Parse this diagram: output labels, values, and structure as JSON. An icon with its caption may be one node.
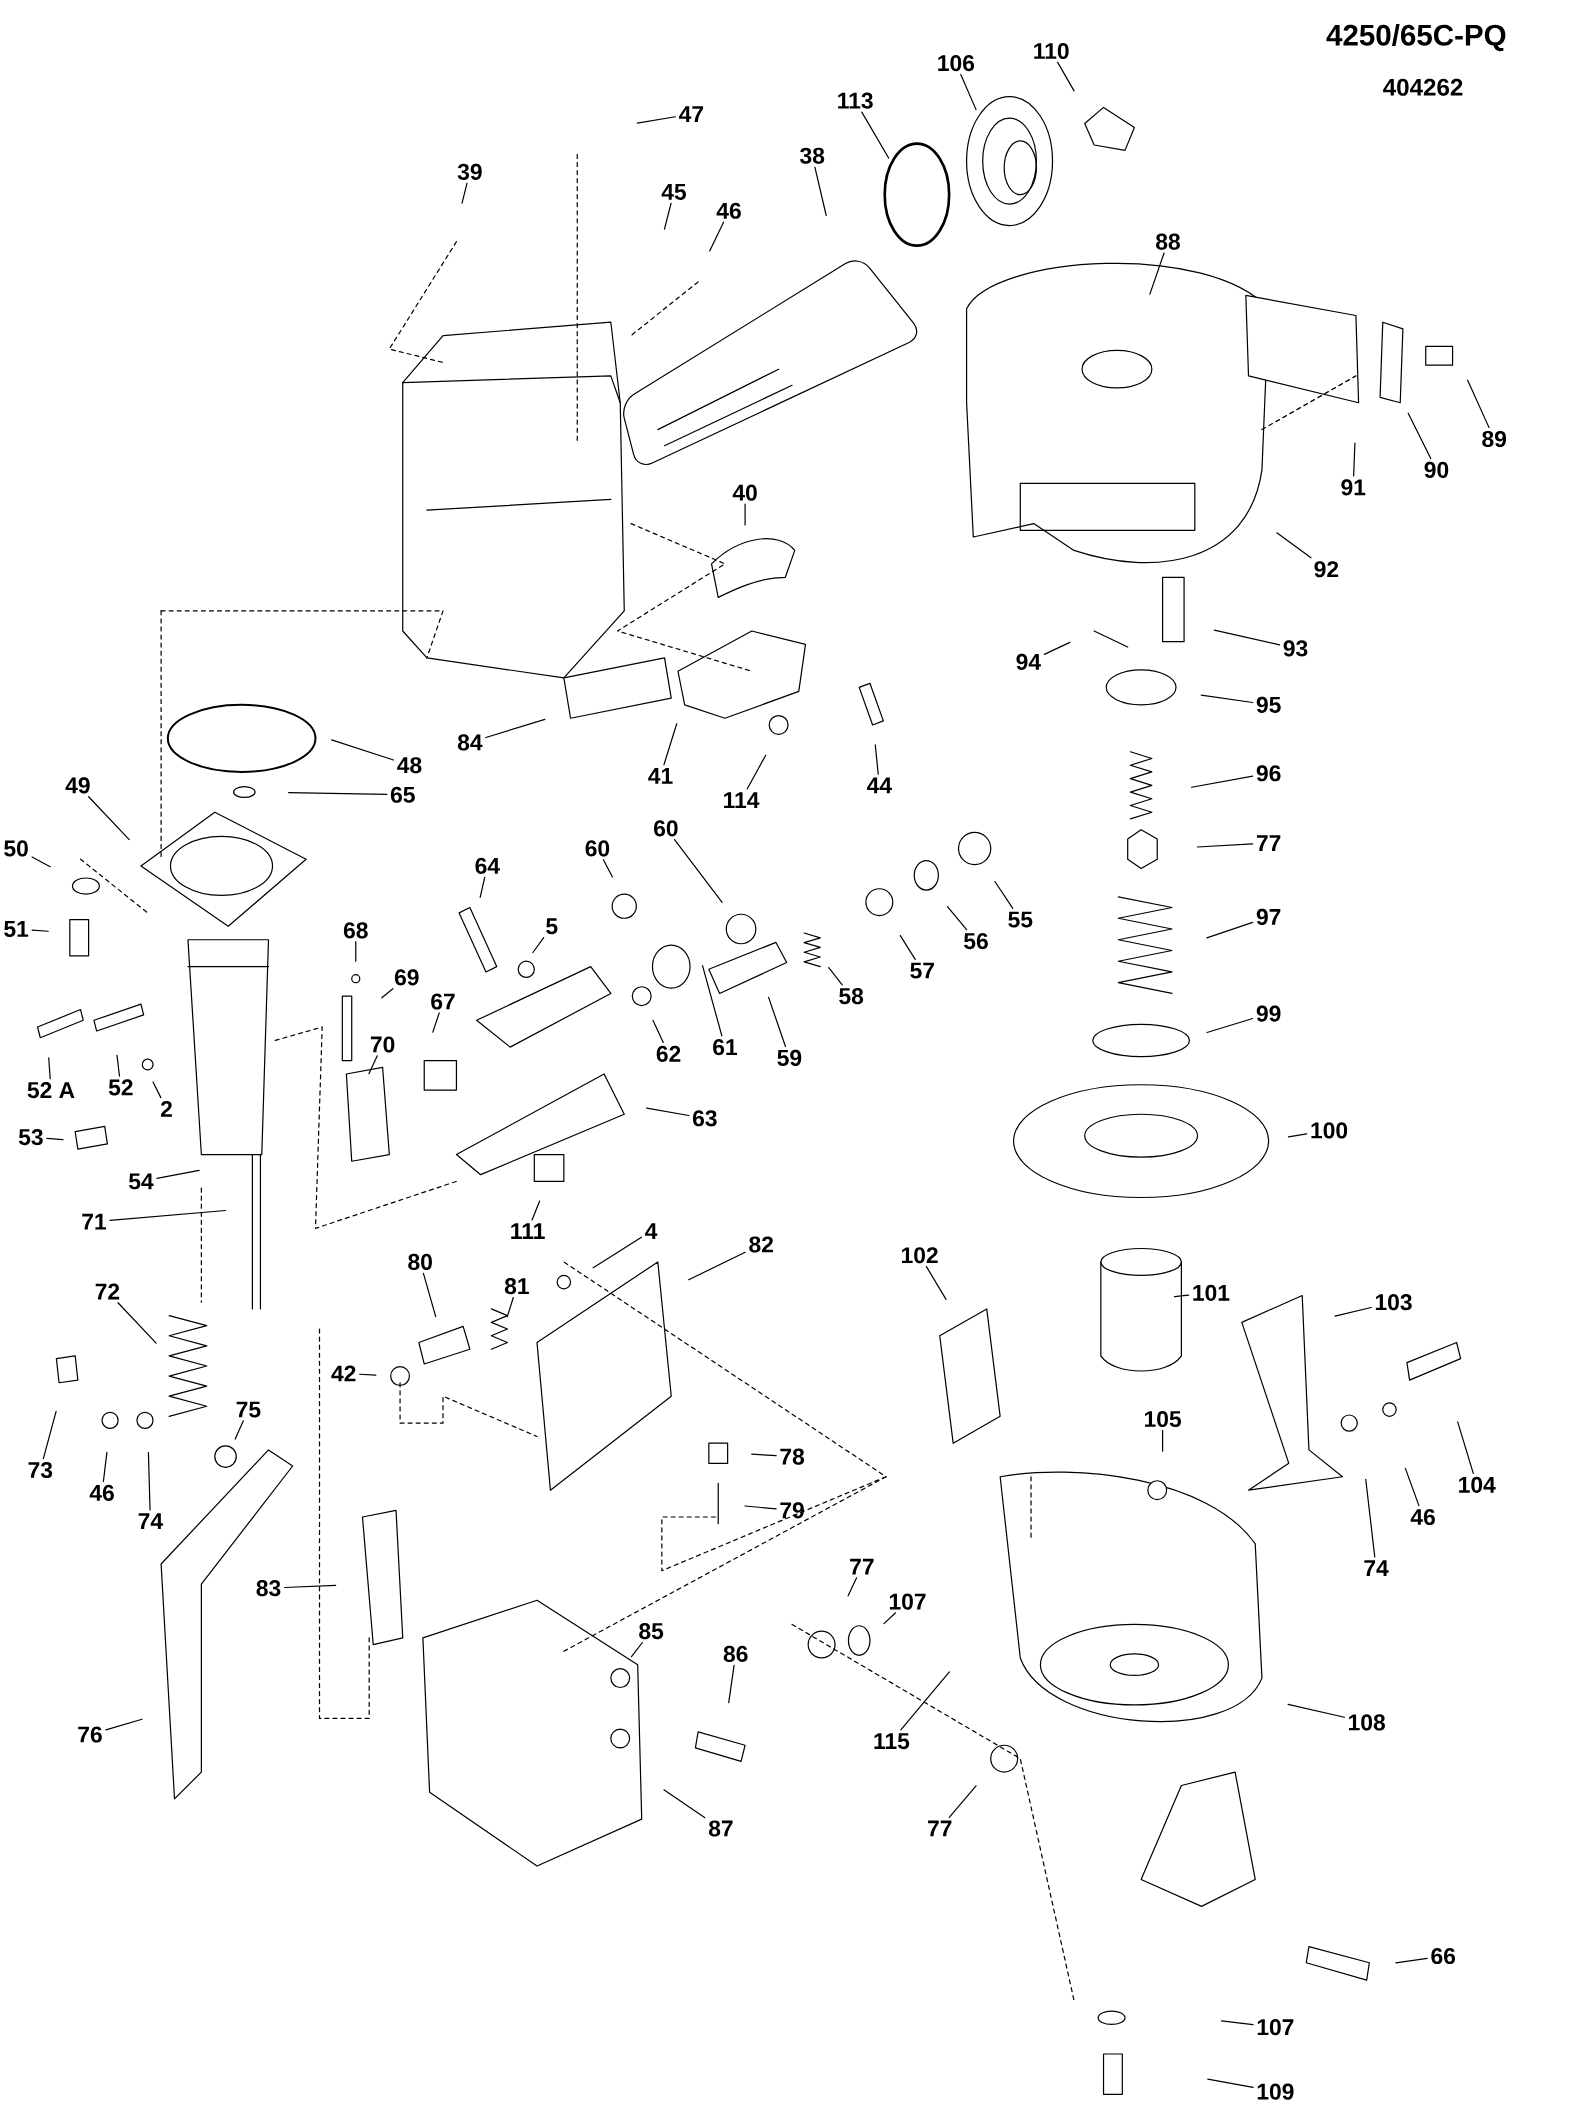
{
  "diagram": {
    "nodes": [
      {
        "text": [
          "47"
        ]
      },
      {
        "text": [
          "39"
        ]
      },
      {
        "text": [
          "45"
        ]
      },
      {
        "text": [
          "46"
        ]
      },
      {
        "text": [
          "38"
        ]
      },
      {
        "text": [
          "113"
        ]
      },
      {
        "text": [
          "106"
        ]
      },
      {
        "text": [
          "110"
        ]
      },
      {
        "text": [
          "88"
        ]
      },
      {
        "text": [
          "89"
        ]
      },
      {
        "text": [
          "90"
        ]
      },
      {
        "text": [
          "91"
        ]
      },
      {
        "text": [
          "92"
        ]
      },
      {
        "text": [
          "93"
        ]
      },
      {
        "text": [
          "94"
        ]
      },
      {
        "text": [
          "95"
        ]
      },
      {
        "text": [
          "96"
        ]
      },
      {
        "text": [
          "77"
        ]
      },
      {
        "text": [
          "97"
        ]
      },
      {
        "text": [
          "99"
        ]
      },
      {
        "text": [
          "100"
        ]
      },
      {
        "text": [
          "101"
        ]
      },
      {
        "text": [
          "103"
        ]
      },
      {
        "text": [
          "104"
        ]
      },
      {
        "text": [
          "46"
        ]
      },
      {
        "text": [
          "74"
        ]
      },
      {
        "text": [
          "105"
        ]
      },
      {
        "text": [
          "102"
        ]
      },
      {
        "text": [
          "108"
        ]
      },
      {
        "text": [
          "66"
        ]
      },
      {
        "text": [
          "107"
        ]
      },
      {
        "text": [
          "109"
        ]
      },
      {
        "text": [
          "77"
        ]
      },
      {
        "text": [
          "115"
        ]
      },
      {
        "text": [
          "107"
        ]
      },
      {
        "text": [
          "77"
        ]
      },
      {
        "text": [
          "85"
        ]
      },
      {
        "text": [
          "86"
        ]
      },
      {
        "text": [
          "87"
        ]
      },
      {
        "text": [
          "83"
        ]
      },
      {
        "text": [
          "76"
        ]
      },
      {
        "text": [
          "79"
        ]
      },
      {
        "text": [
          "78"
        ]
      },
      {
        "text": [
          "42"
        ]
      },
      {
        "text": [
          "80"
        ]
      },
      {
        "text": [
          "81"
        ]
      },
      {
        "text": [
          "4"
        ]
      },
      {
        "text": [
          "82"
        ]
      },
      {
        "text": [
          "73"
        ]
      },
      {
        "text": [
          "46"
        ]
      },
      {
        "text": [
          "74"
        ]
      },
      {
        "text": [
          "75"
        ]
      },
      {
        "text": [
          "72"
        ]
      },
      {
        "text": [
          "71"
        ]
      },
      {
        "text": [
          "54"
        ]
      },
      {
        "text": [
          "53"
        ]
      },
      {
        "text": [
          "2"
        ]
      },
      {
        "text": [
          "52 A"
        ]
      },
      {
        "text": [
          "52"
        ]
      },
      {
        "text": [
          "51"
        ]
      },
      {
        "text": [
          "50"
        ]
      },
      {
        "text": [
          "49"
        ]
      },
      {
        "text": [
          "48"
        ]
      },
      {
        "text": [
          "65"
        ]
      },
      {
        "text": [
          "84"
        ]
      },
      {
        "text": [
          "41"
        ]
      },
      {
        "text": [
          "114"
        ]
      },
      {
        "text": [
          "44"
        ]
      },
      {
        "text": [
          "40"
        ]
      },
      {
        "text": [
          "64"
        ]
      },
      {
        "text": [
          "5"
        ]
      },
      {
        "text": [
          "68"
        ]
      },
      {
        "text": [
          "69"
        ]
      },
      {
        "text": [
          "67"
        ]
      },
      {
        "text": [
          "70"
        ]
      },
      {
        "text": [
          "60"
        ]
      },
      {
        "text": [
          "60"
        ]
      },
      {
        "text": [
          "62"
        ]
      },
      {
        "text": [
          "61"
        ]
      },
      {
        "text": [
          "59"
        ]
      },
      {
        "text": [
          "58"
        ]
      },
      {
        "text": [
          "57"
        ]
      },
      {
        "text": [
          "56"
        ]
      },
      {
        "text": [
          "55"
        ]
      },
      {
        "text": [
          "63"
        ]
      },
      {
        "text": [
          "111"
        ]
      }
    ],
    "edges": [
      {
        "from": 0,
        "to": null,
        "arrow": "none"
      },
      {
        "from": 1,
        "to": null,
        "arrow": "none"
      },
      {
        "from": 2,
        "to": null,
        "arrow": "none"
      },
      {
        "from": 3,
        "to": null,
        "arrow": "none"
      },
      {
        "from": 4,
        "to": null,
        "arrow": "none"
      },
      {
        "from": 5,
        "to": null,
        "arrow": "none"
      },
      {
        "from": 6,
        "to": null,
        "arrow": "none"
      },
      {
        "from": 7,
        "to": null,
        "arrow": "none"
      },
      {
        "from": 8,
        "to": null,
        "arrow": "none"
      },
      {
        "from": 9,
        "to": null,
        "arrow": "none"
      },
      {
        "from": 10,
        "to": null,
        "arrow": "none"
      },
      {
        "from": 11,
        "to": null,
        "arrow": "none"
      },
      {
        "from": 12,
        "to": null,
        "arrow": "none"
      },
      {
        "from": 13,
        "to": null,
        "arrow": "none"
      },
      {
        "from": 14,
        "to": null,
        "arrow": "none"
      },
      {
        "from": 15,
        "to": null,
        "arrow": "none"
      },
      {
        "from": 16,
        "to": null,
        "arrow": "none"
      },
      {
        "from": 17,
        "to": null,
        "arrow": "none"
      },
      {
        "from": 18,
        "to": null,
        "arrow": "none"
      },
      {
        "from": 19,
        "to": null,
        "arrow": "none"
      },
      {
        "from": 20,
        "to": null,
        "arrow": "none"
      },
      {
        "from": 21,
        "to": null,
        "arrow": "none"
      },
      {
        "from": 22,
        "to": null,
        "arrow": "none"
      },
      {
        "from": 23,
        "to": null,
        "arrow": "none"
      },
      {
        "from": 24,
        "to": null,
        "arrow": "none"
      },
      {
        "from": 25,
        "to": null,
        "arrow": "none"
      },
      {
        "from": 26,
        "to": null,
        "arrow": "none"
      },
      {
        "from": 27,
        "to": null,
        "arrow": "none"
      },
      {
        "from": 28,
        "to": null,
        "arrow": "none"
      },
      {
        "from": 29,
        "to": null,
        "arrow": "none"
      },
      {
        "from": 30,
        "to": null,
        "arrow": "none"
      },
      {
        "from": 31,
        "to": null,
        "arrow": "none"
      },
      {
        "from": 32,
        "to": null,
        "arrow": "none"
      },
      {
        "from": 33,
        "to": null,
        "arrow": "none"
      },
      {
        "from": 34,
        "to": null,
        "arrow": "none"
      },
      {
        "from": 35,
        "to": null,
        "arrow": "none"
      },
      {
        "from": 36,
        "to": null,
        "arrow": "none"
      },
      {
        "from": 37,
        "to": null,
        "arrow": "none"
      },
      {
        "from": 38,
        "to": null,
        "arrow": "none"
      },
      {
        "from": 39,
        "to": null,
        "arrow": "none"
      },
      {
        "from": 40,
        "to": null,
        "arrow": "none"
      },
      {
        "from": 41,
        "to": null,
        "arrow": "none"
      },
      {
        "from": 42,
        "to": null,
        "arrow": "none"
      },
      {
        "from": 43,
        "to": null,
        "arrow": "none"
      },
      {
        "from": 44,
        "to": null,
        "arrow": "none"
      },
      {
        "from": 45,
        "to": null,
        "arrow": "none"
      },
      {
        "from": 46,
        "to": null,
        "arrow": "none"
      },
      {
        "from": 47,
        "to": null,
        "arrow": "none"
      },
      {
        "from": 48,
        "to": null,
        "arrow": "none"
      },
      {
        "from": 49,
        "to": null,
        "arrow": "none"
      },
      {
        "from": 50,
        "to": null,
        "arrow": "none"
      },
      {
        "from": 51,
        "to": null,
        "arrow": "none"
      },
      {
        "from": 52,
        "to": null,
        "arrow": "none"
      },
      {
        "from": 53,
        "to": null,
        "arrow": "none"
      },
      {
        "from": 54,
        "to": null,
        "arrow": "none"
      },
      {
        "from": 55,
        "to": null,
        "arrow": "none"
      },
      {
        "from": 56,
        "to": null,
        "arrow": "none"
      },
      {
        "from": 57,
        "to": null,
        "arrow": "none"
      },
      {
        "from": 58,
        "to": null,
        "arrow": "none"
      },
      {
        "from": 59,
        "to": null,
        "arrow": "none"
      },
      {
        "from": 60,
        "to": null,
        "arrow": "none"
      },
      {
        "from": 61,
        "to": null,
        "arrow": "none"
      },
      {
        "from": 62,
        "to": null,
        "arrow": "none"
      },
      {
        "from": 63,
        "to": null,
        "arrow": "none"
      },
      {
        "from": 64,
        "to": null,
        "arrow": "none"
      },
      {
        "from": 65,
        "to": null,
        "arrow": "none"
      },
      {
        "from": 66,
        "to": null,
        "arrow": "none"
      },
      {
        "from": 67,
        "to": null,
        "arrow": "none"
      },
      {
        "from": 68,
        "to": null,
        "arrow": "none"
      },
      {
        "from": 69,
        "to": null,
        "arrow": "none"
      },
      {
        "from": 70,
        "to": null,
        "arrow": "none"
      },
      {
        "from": 71,
        "to": null,
        "arrow": "none"
      },
      {
        "from": 72,
        "to": null,
        "arrow": "none"
      },
      {
        "from": 73,
        "to": null,
        "arrow": "none"
      },
      {
        "from": 74,
        "to": null,
        "arrow": "none"
      },
      {
        "from": 75,
        "to": null,
        "arrow": "none"
      },
      {
        "from": 76,
        "to": null,
        "arrow": "none"
      },
      {
        "from": 77,
        "to": null,
        "arrow": "none"
      },
      {
        "from": 78,
        "to": null,
        "arrow": "none"
      },
      {
        "from": 79,
        "to": null,
        "arrow": "none"
      },
      {
        "from": 80,
        "to": null,
        "arrow": "none"
      },
      {
        "from": 81,
        "to": null,
        "arrow": "none"
      },
      {
        "from": 82,
        "to": null,
        "arrow": "none"
      },
      {
        "from": 83,
        "to": null,
        "arrow": "none"
      },
      {
        "from": 84,
        "to": null,
        "arrow": "none"
      },
      {
        "from": 85,
        "to": null,
        "arrow": "none"
      }
    ],
    "labels": [
      "4250/65C-PQ",
      "404262"
    ]
  }
}
